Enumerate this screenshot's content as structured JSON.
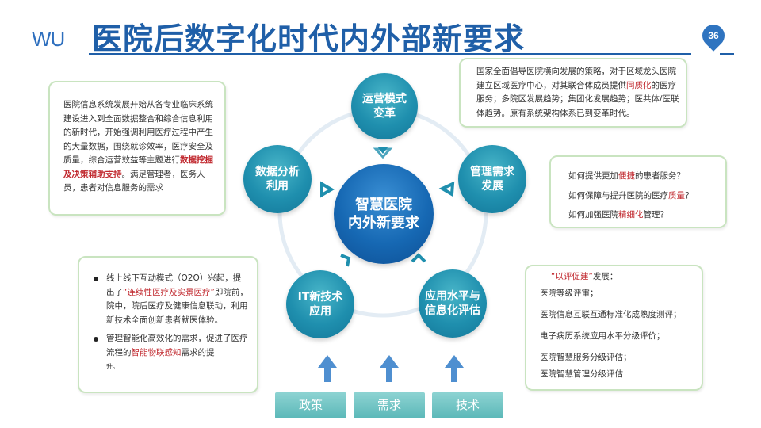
{
  "header": {
    "logo": "WU",
    "title": "医院后数字化时代内外部新要求",
    "page_number": "36"
  },
  "diagram": {
    "center": {
      "line1": "智慧医院",
      "line2": "内外新要求"
    },
    "nodes": {
      "top": {
        "line1": "运营模式",
        "line2": "变革"
      },
      "right": {
        "line1": "管理需求",
        "line2": "发展"
      },
      "bottom_right": {
        "line1": "应用水平与",
        "line2": "信息化评估"
      },
      "bottom_left": {
        "line1": "IT新技术",
        "line2": "应用"
      },
      "left": {
        "line1": "数据分析",
        "line2": "利用"
      }
    }
  },
  "top_left_box": {
    "text_a": "医院信息系统发展开始从各专业临床系统建设进入到全面数据整合和综合信息利用的新时代，开始强调利用医疗过程中产生的大量数据，围绕就诊效率，医疗安全及质量，综合运营效益等主题进行",
    "highlight": "数据挖掘及决策辅助支持",
    "text_b": "。满足管理者，医务人员，患者对信息服务的需求"
  },
  "top_right_box": {
    "text_a": "国家全面倡导医院横向发展的策略，对于区域龙头医院建立区域医疗中心，对其联合体成员提供",
    "highlight": "同质化",
    "text_b": "的医疗服务；多院区发展趋势；集团化发展趋势；医共体/医联体趋势。原有系统架构体系已到变革时代。"
  },
  "right_box": {
    "q1_a": "如何提供更加",
    "q1_h": "便捷",
    "q1_b": "的患者服务？",
    "q2_a": "如何保障与提升医院的医疗",
    "q2_h": "质量",
    "q2_b": "？",
    "q3_a": "如何加强医院",
    "q3_h": "精细化",
    "q3_b": "管理？"
  },
  "bottom_left_box": {
    "item1_a": "线上线下互动模式（O2O）兴起，提出了",
    "item1_h": "“连续性医疗及实景医疗”",
    "item1_b": "即院前，院中，院后医疗及健康信息联动，利用新技术全面创新患者就医体验。",
    "item2_a": "管理智能化高效化的需求，促进了医疗流程的",
    "item2_h": "智能物联感知",
    "item2_b": "需求的提",
    "item2_c": "升。"
  },
  "bottom_right_box": {
    "line1_h": "“以评促建”",
    "line1_b": "发展：",
    "line2": "医院等级评审；",
    "line3": "医院信息互联互通标准化成熟度测评；",
    "line4": "电子病历系统应用水平分级评价；",
    "line5": "医院智慧服务分级评估；",
    "line6": "医院智慧管理分级评估"
  },
  "bottom_buttons": [
    "政策",
    "需求",
    "技术"
  ],
  "colors": {
    "title_blue": "#1f5fa8",
    "circle_teal": "#1f8fae",
    "center_blue": "#1668b3",
    "highlight_red": "#c0272d",
    "box_border_green": "#c9e4c0",
    "button_teal": "#6cc2c2"
  }
}
